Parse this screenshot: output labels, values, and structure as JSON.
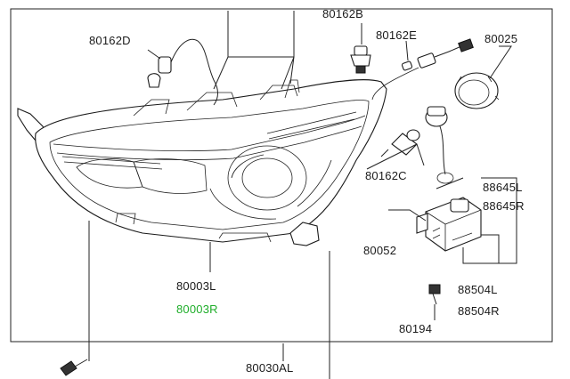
{
  "labels": {
    "p80162B": "80162B",
    "p80162D": "80162D",
    "p80162E": "80162E",
    "p80025": "80025",
    "p80162C": "80162C",
    "p88645L": "88645L",
    "p88645R": "88645R",
    "p80052": "80052",
    "p88504L": "88504L",
    "p88504R": "88504R",
    "p80194": "80194",
    "p80003L": "80003L",
    "p80003R": "80003R",
    "p80030AL": "80030AL"
  },
  "colors": {
    "highlight": "#1fae2a",
    "line": "#222222",
    "background": "#ffffff"
  }
}
